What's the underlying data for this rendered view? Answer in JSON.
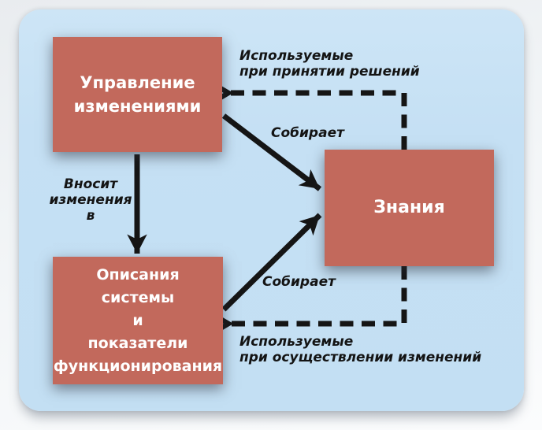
{
  "diagram": {
    "title": "Knowledge management cycle diagram",
    "nodes": {
      "change_management": "Управление\nизменениями",
      "knowledge": "Знания",
      "system_descriptions": "Описания\nсистемы\nи\nпоказатели\nфункционирования"
    },
    "edge_labels": {
      "makes_changes_to": "Вносит\nизменения\nв",
      "collects_upper": "Собирает",
      "collects_lower": "Собирает",
      "used_in_decision_making": "Используемые\nпри принятии решений",
      "used_in_implementing_changes": "Используемые\nпри осуществлении изменений"
    },
    "colors": {
      "node_fill": "#c2695c",
      "node_text": "#ffffff",
      "panel_background": "#c5e0f4",
      "page_background": "#f1f4f6",
      "arrow": "#151515",
      "label_text": "#141414"
    }
  }
}
